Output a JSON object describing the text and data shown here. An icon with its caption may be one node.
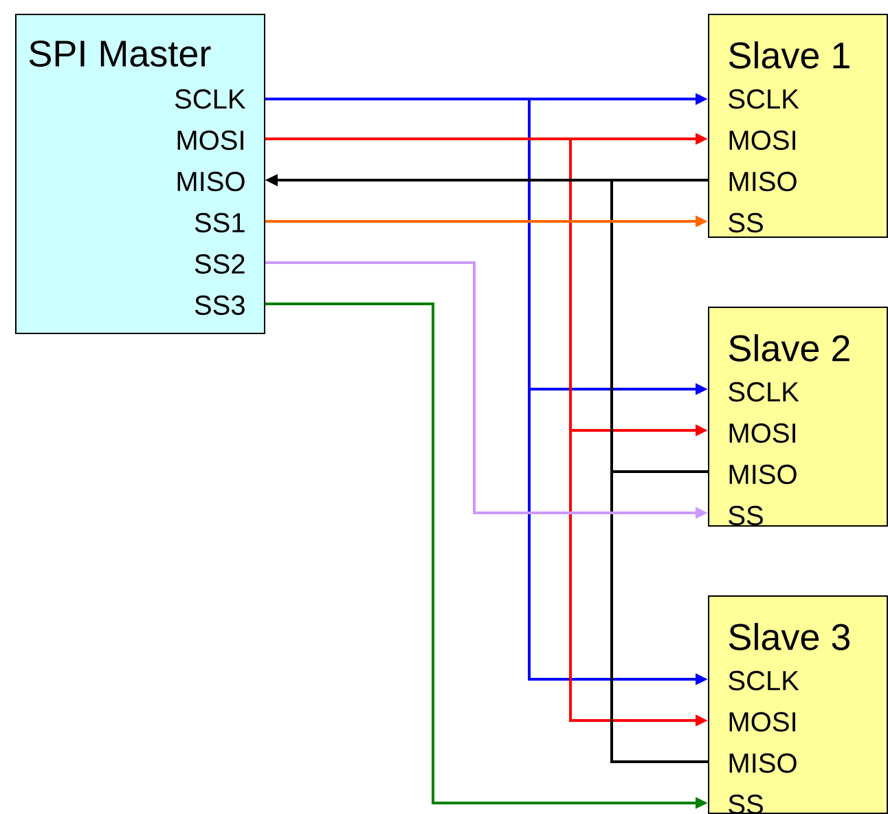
{
  "diagram": {
    "nodes": [
      {
        "text": [
          "SPI Master",
          "SCLK",
          "MOSI",
          "MISO",
          "SS1",
          "SS2",
          "SS3"
        ]
      },
      {
        "text": [
          "Slave 1",
          "SCLK",
          "MOSI",
          "MISO",
          "SS"
        ]
      },
      {
        "text": [
          "Slave 2",
          "SCLK",
          "MOSI",
          "MISO",
          "SS"
        ]
      },
      {
        "text": [
          "Slave 3",
          "SCLK",
          "MOSI",
          "MISO",
          "SS"
        ]
      }
    ],
    "edges": [
      {
        "from": 0,
        "to": 1,
        "arrow": "to",
        "color": "#0000ff"
      },
      {
        "from": 0,
        "to": 2,
        "arrow": "to",
        "color": "#0000ff"
      },
      {
        "from": 0,
        "to": 3,
        "arrow": "to",
        "color": "#0000ff"
      },
      {
        "from": 0,
        "to": 1,
        "arrow": "to",
        "color": "#ff0000"
      },
      {
        "from": 0,
        "to": 2,
        "arrow": "to",
        "color": "#ff0000"
      },
      {
        "from": 0,
        "to": 3,
        "arrow": "to",
        "color": "#ff0000"
      },
      {
        "from": 1,
        "to": 0,
        "arrow": "to",
        "color": "#000000"
      },
      {
        "from": 2,
        "to": 0,
        "arrow": "to",
        "color": "#000000"
      },
      {
        "from": 3,
        "to": 0,
        "arrow": "to",
        "color": "#000000"
      },
      {
        "from": 0,
        "to": 1,
        "arrow": "to",
        "color": "#ff6600"
      },
      {
        "from": 0,
        "to": 2,
        "arrow": "to",
        "color": "#cc99ff"
      },
      {
        "from": 0,
        "to": 3,
        "arrow": "to",
        "color": "#008000"
      }
    ]
  }
}
